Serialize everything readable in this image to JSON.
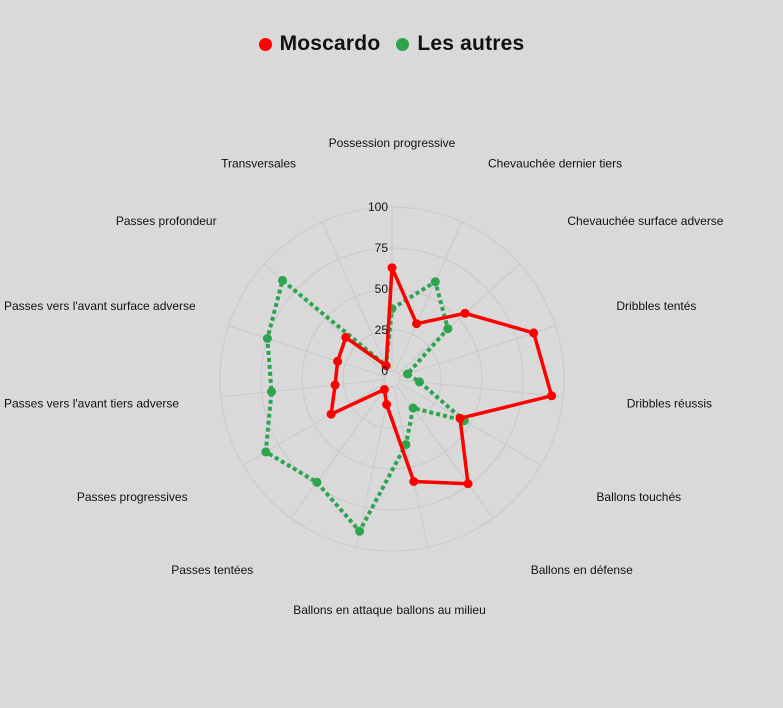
{
  "chart_data": {
    "type": "radar",
    "axes": [
      "Possession progressive",
      "Chevauchée dernier tiers",
      "Chevauchée surface adverse",
      "Dribbles tentés",
      "Dribbles réussis",
      "Ballons touchés",
      "Ballons en défense",
      "ballons au milieu",
      "Ballons en attaque",
      "Passes tentées",
      "Passes progressives",
      "Passes vers l'avant tiers adverse",
      "Passes vers l'avant surface adverse",
      "Passes profondeur",
      "Transversales"
    ],
    "rlim": [
      0,
      100
    ],
    "ticks": [
      0,
      25,
      50,
      75,
      100
    ],
    "tick_labels": [
      "0",
      "25",
      "50",
      "75",
      "100"
    ],
    "series": [
      {
        "name": "Moscardo",
        "color": "#ff0000",
        "style": "solid",
        "values": [
          63,
          32,
          55,
          86,
          93,
          43,
          74,
          59,
          11,
          3,
          38,
          30,
          30,
          33,
          4
        ]
      },
      {
        "name": "Les autres",
        "color": "#2ea44f",
        "style": "dotted",
        "values": [
          38,
          60,
          41,
          5,
          12,
          46,
          17,
          36,
          90,
          73,
          84,
          69,
          75,
          85,
          4
        ]
      }
    ],
    "grid": true,
    "legend_position": "top-center"
  }
}
